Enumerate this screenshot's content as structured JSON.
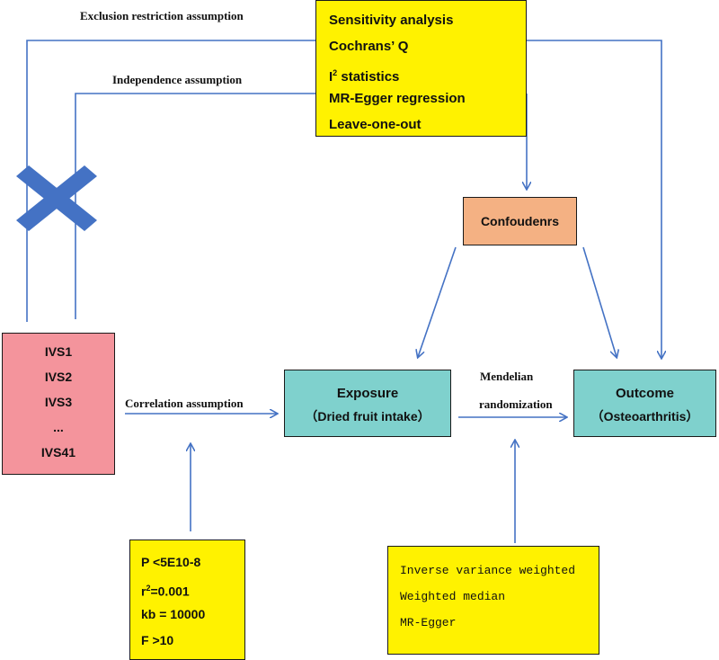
{
  "colors": {
    "arrow": "#4472c4",
    "cross": "#4472c4",
    "methods_fill": "#fff200",
    "confounders_fill": "#f4b183",
    "ivs_fill": "#f4949c",
    "node_fill": "#7fd1cd",
    "selection_fill": "#fff200",
    "estimators_fill": "#fff200"
  },
  "labels": {
    "exclusion": "Exclusion restriction assumption",
    "independence": "Independence assumption",
    "correlation": "Correlation assumption",
    "mr_line1": "Mendelian",
    "mr_line2": "randomization"
  },
  "methods": {
    "sensitivity": "Sensitivity analysis",
    "cochran": "Cochrans’ Q",
    "i2_base": "I",
    "i2_sup": "2",
    "i2_rest": " statistics",
    "egger": "MR-Egger regression",
    "loo": "Leave-one-out"
  },
  "confounders": "Confoudenrs",
  "ivs": [
    "IVS1",
    "IVS2",
    "IVS3",
    "...",
    "IVS41"
  ],
  "exposure": {
    "title": "Exposure",
    "subtitle": "（Dried fruit intake）"
  },
  "outcome": {
    "title": "Outcome",
    "subtitle": "（Osteoarthritis）"
  },
  "selection": {
    "p": "P <5E10-8",
    "r_base": "r",
    "r_sup": "2",
    "r_rest": "=0.001",
    "kb": "kb = 10000",
    "f": "F >10"
  },
  "estimators": [
    "Inverse variance weighted",
    "Weighted median",
    "MR-Egger"
  ]
}
